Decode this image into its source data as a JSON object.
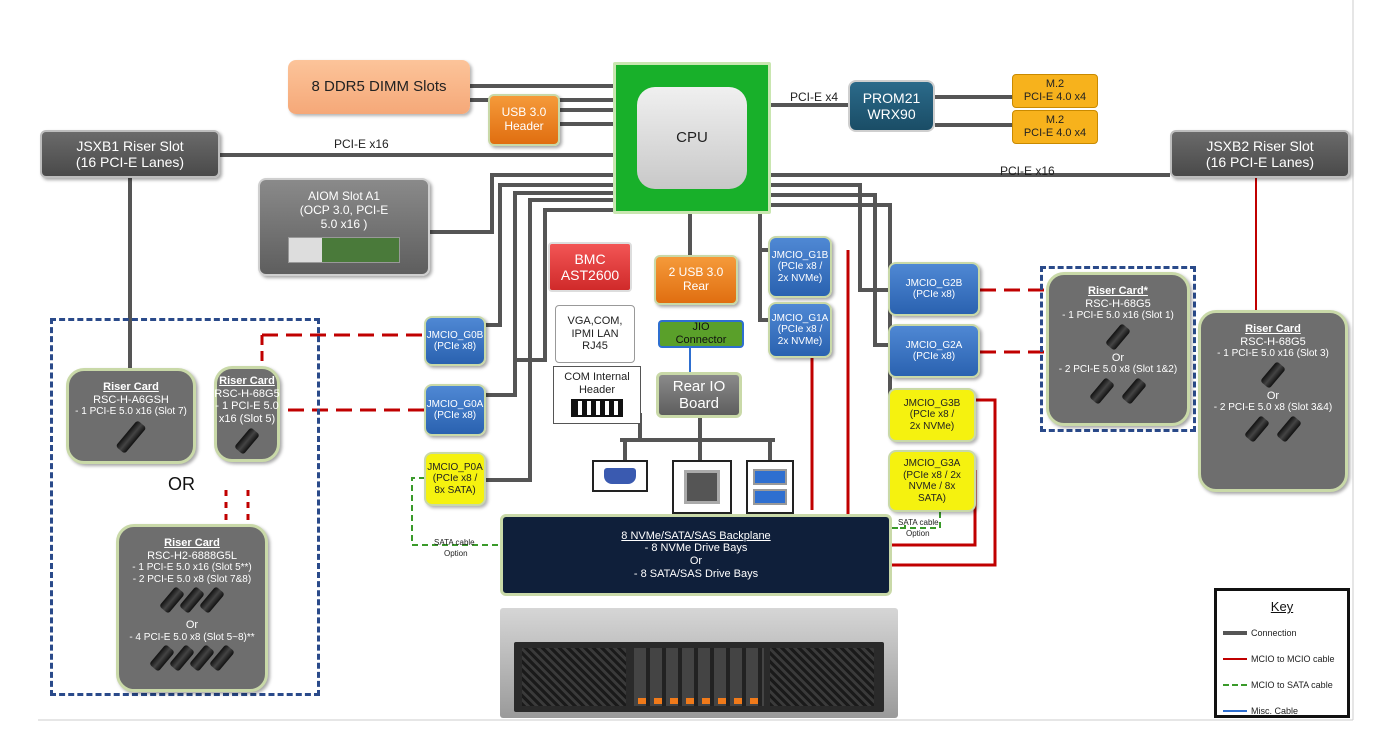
{
  "cpu": {
    "label": "CPU"
  },
  "dimm": {
    "label": "8 DDR5 DIMM Slots"
  },
  "usb_header": {
    "line1": "USB 3.0",
    "line2": "Header"
  },
  "prom": {
    "line1": "PROM21",
    "line2": "WRX90"
  },
  "m2": [
    {
      "line1": "M.2",
      "line2": "PCI-E 4.0 x4"
    },
    {
      "line1": "M.2",
      "line2": "PCI-E 4.0 x4"
    }
  ],
  "jsxb1": {
    "line1": "JSXB1 Riser Slot",
    "line2": "(16 PCI-E Lanes)"
  },
  "jsxb2": {
    "line1": "JSXB2 Riser Slot",
    "line2": "(16 PCI-E Lanes)"
  },
  "aiom": {
    "line1": "AIOM Slot A1",
    "line2": "(OCP 3.0, PCI-E",
    "line3": "5.0 x16 )"
  },
  "bmc": {
    "line1": "BMC",
    "line2": "AST2600"
  },
  "usb_rear": {
    "line1": "2  USB 3.0",
    "line2": "Rear"
  },
  "vga": {
    "line1": "VGA,COM,",
    "line2": "IPMI LAN",
    "line3": "RJ45"
  },
  "jio": {
    "line1": "JIO",
    "line2": "Connector"
  },
  "com_header": {
    "line1": "COM Internal",
    "line2": "Header"
  },
  "rear_io": {
    "line1": "Rear IO",
    "line2": "Board"
  },
  "jmcio": {
    "g0b": {
      "line1": "JMCIO_G0B",
      "line2": "(PCIe x8)"
    },
    "g0a": {
      "line1": "JMCIO_G0A",
      "line2": "(PCIe x8)"
    },
    "p0a": {
      "line1": "JMCIO_P0A",
      "line2": "(PCIe x8 /",
      "line3": "8x SATA)"
    },
    "g1b": {
      "line1": "JMCIO_G1B",
      "line2": "(PCIe x8 /",
      "line3": "2x NVMe)"
    },
    "g1a": {
      "line1": "JMCIO_G1A",
      "line2": "(PCIe x8 /",
      "line3": "2x NVMe)"
    },
    "g2b": {
      "line1": "JMCIO_G2B",
      "line2": "(PCIe x8)"
    },
    "g2a": {
      "line1": "JMCIO_G2A",
      "line2": "(PCIe x8)"
    },
    "g3b": {
      "line1": "JMCIO_G3B",
      "line2": "(PCIe x8 /",
      "line3": "2x NVMe)"
    },
    "g3a": {
      "line1": "JMCIO_G3A",
      "line2": "(PCIe x8 / 2x",
      "line3": "NVMe / 8x",
      "line4": "SATA)"
    }
  },
  "risers": {
    "a6gsh": {
      "title": "Riser Card",
      "model": "RSC-H-A6GSH",
      "line1": "-    1 PCI-E 5.0 x16 (Slot 7)"
    },
    "h68g5_left": {
      "title": "Riser Card",
      "model": "RSC-H-68G5",
      "line1": "- 1 PCI-E 5.0",
      "line2": "x16 (Slot 5)"
    },
    "h2_6888": {
      "title": "Riser Card",
      "model": "RSC-H2-6888G5L",
      "line1": "-    1 PCI-E 5.0 x16 (Slot 5**)",
      "line2": "-    2 PCI-E 5.0 x8 (Slot 7&8)",
      "or": "Or",
      "line3": "-    4 PCI-E 5.0 x8 (Slot 5~8)**"
    },
    "h68g5_right1": {
      "title": "Riser Card*",
      "model": "RSC-H-68G5",
      "line1": "-    1 PCI-E 5.0 x16 (Slot 1)",
      "or": "Or",
      "line2": "-    2 PCI-E 5.0 x8 (Slot 1&2)"
    },
    "h68g5_right2": {
      "title": "Riser Card",
      "model": "RSC-H-68G5",
      "line1": "-    1 PCI-E 5.0 x16 (Slot 3)",
      "or": "Or",
      "line2": "-    2 PCI-E 5.0 x8 (Slot 3&4)"
    }
  },
  "or_label": "OR",
  "backplane": {
    "title": "8 NVMe/SATA/SAS Backplane",
    "line1": "-      8 NVMe Drive Bays",
    "line2": "Or",
    "line3": "-      8 SATA/SAS Drive Bays"
  },
  "labels": {
    "pcie_x4": "PCI-E x4",
    "pcie_x16_left": "PCI-E x16",
    "pcie_x16_right": "PCI-E x16",
    "sata_cable_left": "SATA cable",
    "option_left": "Option",
    "sata_cable_right": "SATA cable",
    "option_right": "Option"
  },
  "key": {
    "title": "Key",
    "items": [
      {
        "label": "Connection",
        "color": "#555555"
      },
      {
        "label": "MCIO to MCIO cable",
        "color": "#c00000"
      },
      {
        "label": "MCIO to SATA cable",
        "color": "#3a9a2a"
      },
      {
        "label": "Misc. Cable",
        "color": "#2e6fd0"
      }
    ]
  }
}
